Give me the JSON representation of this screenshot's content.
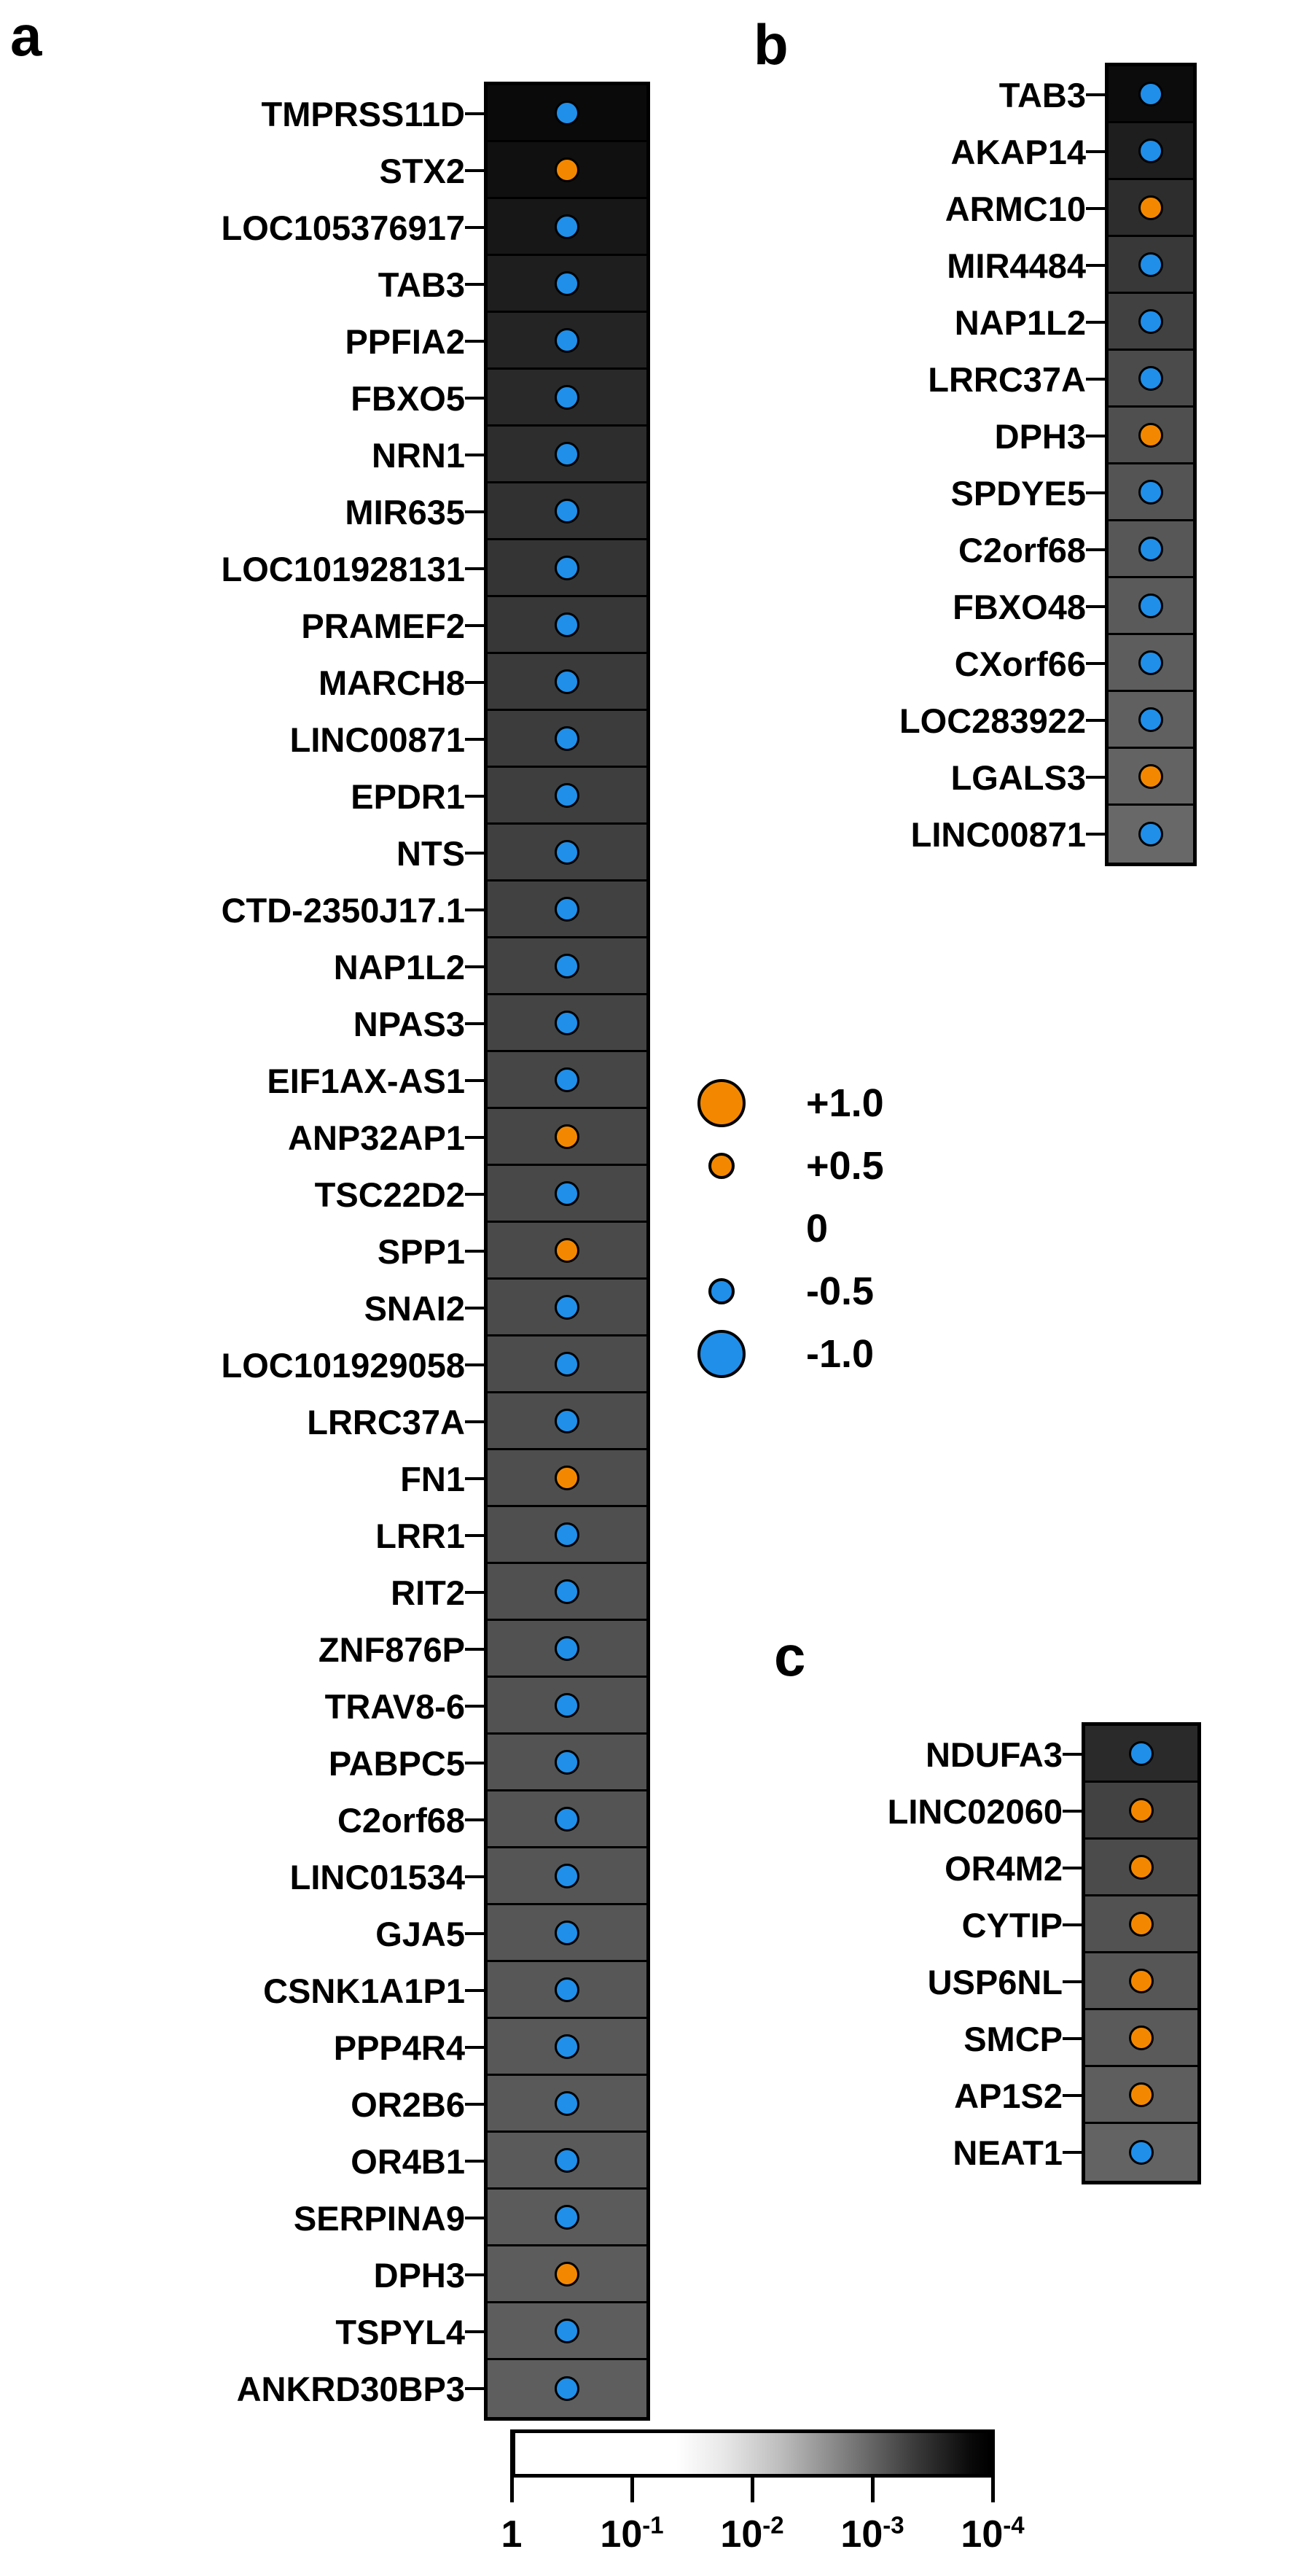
{
  "figure": {
    "type": "three-panel dot-heatmap with p-value colour scale",
    "dot_colors": {
      "positive": "#F38800",
      "negative": "#1F8FEA",
      "outline": "#000000"
    }
  },
  "panels": {
    "a": {
      "letter": "a",
      "rows": [
        {
          "label": "TMPRSS11D",
          "dot": "negative",
          "value": -0.5,
          "cell_shade": "#0a0a0a"
        },
        {
          "label": "STX2",
          "dot": "positive",
          "value": 0.5,
          "cell_shade": "#101010"
        },
        {
          "label": "LOC105376917",
          "dot": "negative",
          "value": -0.5,
          "cell_shade": "#171717"
        },
        {
          "label": "TAB3",
          "dot": "negative",
          "value": -0.5,
          "cell_shade": "#1e1e1e"
        },
        {
          "label": "PPFIA2",
          "dot": "negative",
          "value": -0.5,
          "cell_shade": "#242424"
        },
        {
          "label": "FBXO5",
          "dot": "negative",
          "value": -0.5,
          "cell_shade": "#292929"
        },
        {
          "label": "NRN1",
          "dot": "negative",
          "value": -0.5,
          "cell_shade": "#2d2d2d"
        },
        {
          "label": "MIR635",
          "dot": "negative",
          "value": -0.5,
          "cell_shade": "#313131"
        },
        {
          "label": "LOC101928131",
          "dot": "negative",
          "value": -0.5,
          "cell_shade": "#343434"
        },
        {
          "label": "PRAMEF2",
          "dot": "negative",
          "value": -0.5,
          "cell_shade": "#373737"
        },
        {
          "label": "MARCH8",
          "dot": "negative",
          "value": -0.5,
          "cell_shade": "#3a3a3a"
        },
        {
          "label": "LINC00871",
          "dot": "negative",
          "value": -0.5,
          "cell_shade": "#3c3c3c"
        },
        {
          "label": "EPDR1",
          "dot": "negative",
          "value": -0.5,
          "cell_shade": "#3e3e3e"
        },
        {
          "label": "NTS",
          "dot": "negative",
          "value": -0.5,
          "cell_shade": "#404040"
        },
        {
          "label": "CTD-2350J17.1",
          "dot": "negative",
          "value": -0.5,
          "cell_shade": "#414141"
        },
        {
          "label": "NAP1L2",
          "dot": "negative",
          "value": -0.5,
          "cell_shade": "#434343"
        },
        {
          "label": "NPAS3",
          "dot": "negative",
          "value": -0.5,
          "cell_shade": "#444444"
        },
        {
          "label": "EIF1AX-AS1",
          "dot": "negative",
          "value": -0.5,
          "cell_shade": "#464646"
        },
        {
          "label": "ANP32AP1",
          "dot": "positive",
          "value": 0.5,
          "cell_shade": "#474747"
        },
        {
          "label": "TSC22D2",
          "dot": "negative",
          "value": -0.5,
          "cell_shade": "#484848"
        },
        {
          "label": "SPP1",
          "dot": "positive",
          "value": 0.5,
          "cell_shade": "#4a4a4a"
        },
        {
          "label": "SNAI2",
          "dot": "negative",
          "value": -0.5,
          "cell_shade": "#4b4b4b"
        },
        {
          "label": "LOC101929058",
          "dot": "negative",
          "value": -0.5,
          "cell_shade": "#4c4c4c"
        },
        {
          "label": "LRRC37A",
          "dot": "negative",
          "value": -0.5,
          "cell_shade": "#4d4d4d"
        },
        {
          "label": "FN1",
          "dot": "positive",
          "value": 0.5,
          "cell_shade": "#4e4e4e"
        },
        {
          "label": "LRR1",
          "dot": "negative",
          "value": -0.5,
          "cell_shade": "#4f4f4f"
        },
        {
          "label": "RIT2",
          "dot": "negative",
          "value": -0.5,
          "cell_shade": "#505050"
        },
        {
          "label": "ZNF876P",
          "dot": "negative",
          "value": -0.5,
          "cell_shade": "#515151"
        },
        {
          "label": "TRAV8-6",
          "dot": "negative",
          "value": -0.5,
          "cell_shade": "#525252"
        },
        {
          "label": "PABPC5",
          "dot": "negative",
          "value": -0.5,
          "cell_shade": "#535353"
        },
        {
          "label": "C2orf68",
          "dot": "negative",
          "value": -0.5,
          "cell_shade": "#545454"
        },
        {
          "label": "LINC01534",
          "dot": "negative",
          "value": -0.5,
          "cell_shade": "#555555"
        },
        {
          "label": "GJA5",
          "dot": "negative",
          "value": -0.5,
          "cell_shade": "#565656"
        },
        {
          "label": "CSNK1A1P1",
          "dot": "negative",
          "value": -0.5,
          "cell_shade": "#575757"
        },
        {
          "label": "PPP4R4",
          "dot": "negative",
          "value": -0.5,
          "cell_shade": "#585858"
        },
        {
          "label": "OR2B6",
          "dot": "negative",
          "value": -0.5,
          "cell_shade": "#595959"
        },
        {
          "label": "OR4B1",
          "dot": "negative",
          "value": -0.5,
          "cell_shade": "#5a5a5a"
        },
        {
          "label": "SERPINA9",
          "dot": "negative",
          "value": -0.5,
          "cell_shade": "#5b5b5b"
        },
        {
          "label": "DPH3",
          "dot": "positive",
          "value": 0.5,
          "cell_shade": "#5c5c5c"
        },
        {
          "label": "TSPYL4",
          "dot": "negative",
          "value": -0.5,
          "cell_shade": "#5d5d5d"
        },
        {
          "label": "ANKRD30BP3",
          "dot": "negative",
          "value": -0.5,
          "cell_shade": "#5e5e5e"
        }
      ]
    },
    "b": {
      "letter": "b",
      "rows": [
        {
          "label": "TAB3",
          "dot": "negative",
          "value": -0.5,
          "cell_shade": "#0c0c0c"
        },
        {
          "label": "AKAP14",
          "dot": "negative",
          "value": -0.5,
          "cell_shade": "#1e1e1e"
        },
        {
          "label": "ARMC10",
          "dot": "positive",
          "value": 0.5,
          "cell_shade": "#2d2d2d"
        },
        {
          "label": "MIR4484",
          "dot": "negative",
          "value": -0.5,
          "cell_shade": "#383838"
        },
        {
          "label": "NAP1L2",
          "dot": "negative",
          "value": -0.5,
          "cell_shade": "#414141"
        },
        {
          "label": "LRRC37A",
          "dot": "negative",
          "value": -0.5,
          "cell_shade": "#4b4b4b"
        },
        {
          "label": "DPH3",
          "dot": "positive",
          "value": 0.5,
          "cell_shade": "#4f4f4f"
        },
        {
          "label": "SPDYE5",
          "dot": "negative",
          "value": -0.5,
          "cell_shade": "#545454"
        },
        {
          "label": "C2orf68",
          "dot": "negative",
          "value": -0.5,
          "cell_shade": "#575757"
        },
        {
          "label": "FBXO48",
          "dot": "negative",
          "value": -0.5,
          "cell_shade": "#5a5a5a"
        },
        {
          "label": "CXorf66",
          "dot": "negative",
          "value": -0.5,
          "cell_shade": "#5d5d5d"
        },
        {
          "label": "LOC283922",
          "dot": "negative",
          "value": -0.5,
          "cell_shade": "#606060"
        },
        {
          "label": "LGALS3",
          "dot": "positive",
          "value": 0.5,
          "cell_shade": "#636363"
        },
        {
          "label": "LINC00871",
          "dot": "negative",
          "value": -0.5,
          "cell_shade": "#686868"
        }
      ]
    },
    "c": {
      "letter": "c",
      "rows": [
        {
          "label": "NDUFA3",
          "dot": "negative",
          "value": -0.5,
          "cell_shade": "#2a2a2a"
        },
        {
          "label": "LINC02060",
          "dot": "positive",
          "value": 0.5,
          "cell_shade": "#424242"
        },
        {
          "label": "OR4M2",
          "dot": "positive",
          "value": 0.5,
          "cell_shade": "#4b4b4b"
        },
        {
          "label": "CYTIP",
          "dot": "positive",
          "value": 0.5,
          "cell_shade": "#525252"
        },
        {
          "label": "USP6NL",
          "dot": "positive",
          "value": 0.5,
          "cell_shade": "#565656"
        },
        {
          "label": "SMCP",
          "dot": "positive",
          "value": 0.5,
          "cell_shade": "#5a5a5a"
        },
        {
          "label": "AP1S2",
          "dot": "positive",
          "value": 0.5,
          "cell_shade": "#5e5e5e"
        },
        {
          "label": "NEAT1",
          "dot": "negative",
          "value": -0.5,
          "cell_shade": "#636363"
        }
      ]
    }
  },
  "size_legend": {
    "title": "",
    "entries": [
      {
        "label": "+1.0",
        "value": 1.0,
        "color": "positive",
        "diameter": 66
      },
      {
        "label": "+0.5",
        "value": 0.5,
        "color": "positive",
        "diameter": 36
      },
      {
        "label": "0",
        "value": 0,
        "color": "none",
        "diameter": 0
      },
      {
        "label": "-0.5",
        "value": -0.5,
        "color": "negative",
        "diameter": 36
      },
      {
        "label": "-1.0",
        "value": -1.0,
        "color": "negative",
        "diameter": 66
      }
    ]
  },
  "colorbar": {
    "orientation": "horizontal",
    "low_color": "#ffffff",
    "high_color": "#000000",
    "ticks": [
      {
        "text": "1",
        "mantissa": "1",
        "exponent": "",
        "pos": 0
      },
      {
        "text": "10-1",
        "mantissa": "10",
        "exponent": "-1",
        "pos": 25
      },
      {
        "text": "10-2",
        "mantissa": "10",
        "exponent": "-2",
        "pos": 50
      },
      {
        "text": "10-3",
        "mantissa": "10",
        "exponent": "-3",
        "pos": 75
      },
      {
        "text": "10-4",
        "mantissa": "10",
        "exponent": "-4",
        "pos": 100
      }
    ]
  },
  "chart_data": {
    "type": "heatmap",
    "title": "",
    "xlabel": "",
    "ylabel": "",
    "description": "Dot-heatmap: cell greyscale encodes p-value (1 -> 10^-4, white -> black); dot colour/size encodes correlation coefficient (orange positive, blue negative, larger = stronger).",
    "colorbar_scale": [
      "1",
      "10^-1",
      "10^-2",
      "10^-3",
      "10^-4"
    ],
    "dot_scale": [
      "+1.0",
      "+0.5",
      "0",
      "-0.5",
      "-1.0"
    ],
    "panels": [
      "a",
      "b",
      "c"
    ],
    "series": [
      {
        "name": "a",
        "categories": [
          "TMPRSS11D",
          "STX2",
          "LOC105376917",
          "TAB3",
          "PPFIA2",
          "FBXO5",
          "NRN1",
          "MIR635",
          "LOC101928131",
          "PRAMEF2",
          "MARCH8",
          "LINC00871",
          "EPDR1",
          "NTS",
          "CTD-2350J17.1",
          "NAP1L2",
          "NPAS3",
          "EIF1AX-AS1",
          "ANP32AP1",
          "TSC22D2",
          "SPP1",
          "SNAI2",
          "LOC101929058",
          "LRRC37A",
          "FN1",
          "LRR1",
          "RIT2",
          "ZNF876P",
          "TRAV8-6",
          "PABPC5",
          "C2orf68",
          "LINC01534",
          "GJA5",
          "CSNK1A1P1",
          "PPP4R4",
          "OR2B6",
          "OR4B1",
          "SERPINA9",
          "DPH3",
          "TSPYL4",
          "ANKRD30BP3"
        ],
        "values": [
          -0.5,
          0.5,
          -0.5,
          -0.5,
          -0.5,
          -0.5,
          -0.5,
          -0.5,
          -0.5,
          -0.5,
          -0.5,
          -0.5,
          -0.5,
          -0.5,
          -0.5,
          -0.5,
          -0.5,
          -0.5,
          0.5,
          -0.5,
          0.5,
          -0.5,
          -0.5,
          -0.5,
          0.5,
          -0.5,
          -0.5,
          -0.5,
          -0.5,
          -0.5,
          -0.5,
          -0.5,
          -0.5,
          -0.5,
          -0.5,
          -0.5,
          -0.5,
          -0.5,
          0.5,
          -0.5,
          -0.5
        ]
      },
      {
        "name": "b",
        "categories": [
          "TAB3",
          "AKAP14",
          "ARMC10",
          "MIR4484",
          "NAP1L2",
          "LRRC37A",
          "DPH3",
          "SPDYE5",
          "C2orf68",
          "FBXO48",
          "CXorf66",
          "LOC283922",
          "LGALS3",
          "LINC00871"
        ],
        "values": [
          -0.5,
          -0.5,
          0.5,
          -0.5,
          -0.5,
          -0.5,
          0.5,
          -0.5,
          -0.5,
          -0.5,
          -0.5,
          -0.5,
          0.5,
          -0.5
        ]
      },
      {
        "name": "c",
        "categories": [
          "NDUFA3",
          "LINC02060",
          "OR4M2",
          "CYTIP",
          "USP6NL",
          "SMCP",
          "AP1S2",
          "NEAT1"
        ],
        "values": [
          -0.5,
          0.5,
          0.5,
          0.5,
          0.5,
          0.5,
          0.5,
          -0.5
        ]
      }
    ]
  }
}
